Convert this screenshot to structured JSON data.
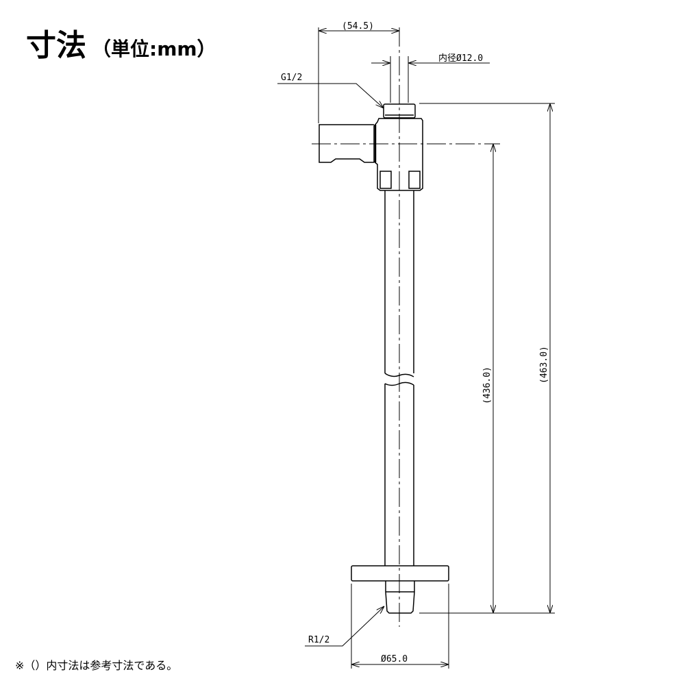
{
  "title": {
    "main": "寸法",
    "unit": "（単位:mm）"
  },
  "dimensions": {
    "arm_length": "(54.5)",
    "inner_diameter": "内径Ø12.0",
    "overall_height": "(463.0)",
    "center_height": "(436.0)",
    "flange_diameter": "Ø65.0"
  },
  "threads": {
    "top": "G1/2",
    "bottom": "R1/2"
  },
  "note": "※（）内寸法は参考寸法である。"
}
